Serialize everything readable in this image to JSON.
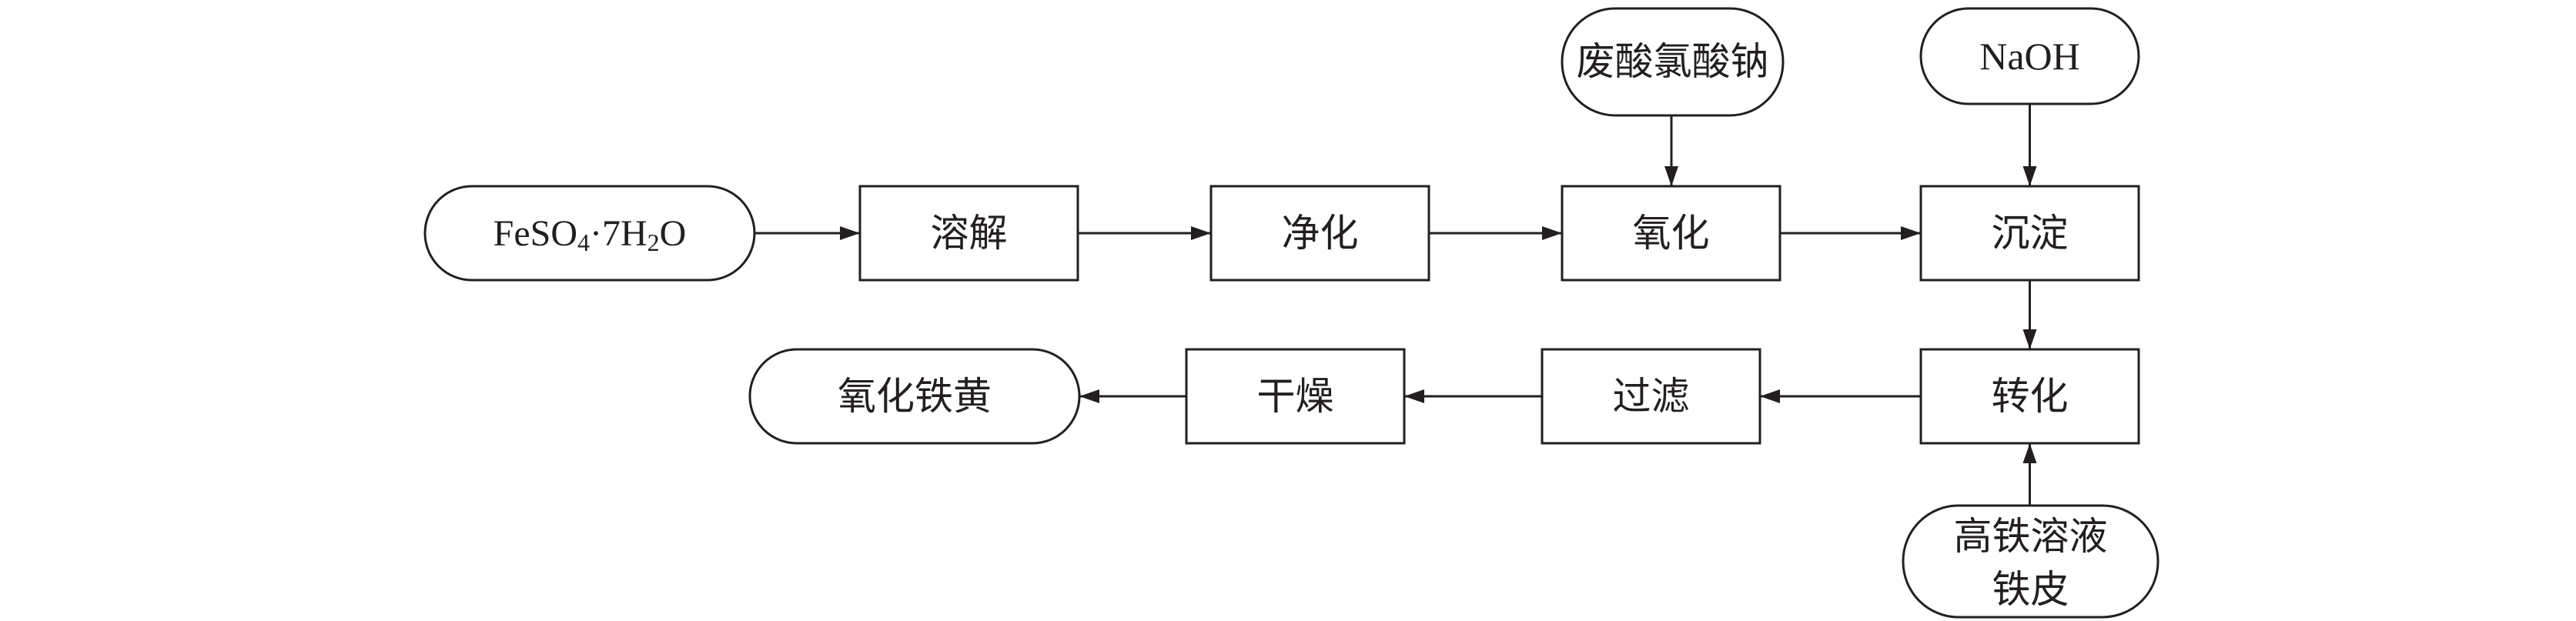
{
  "nodes": {
    "feso4": {
      "parts": [
        "FeSO",
        "4",
        "·7H",
        "2",
        "O"
      ]
    },
    "dissolve": "溶解",
    "purify": "净化",
    "oxidize": "氧化",
    "precipitate": "沉淀",
    "waste_acid": "废酸氯酸钠",
    "naoh": "NaOH",
    "convert": "转化",
    "filter": "过滤",
    "dry": "干燥",
    "product": "氧化铁黄",
    "high_iron": {
      "lines": [
        "高铁溶液",
        "铁皮"
      ]
    }
  },
  "colors": {
    "stroke": "#231f20",
    "fill": "#ffffff"
  }
}
